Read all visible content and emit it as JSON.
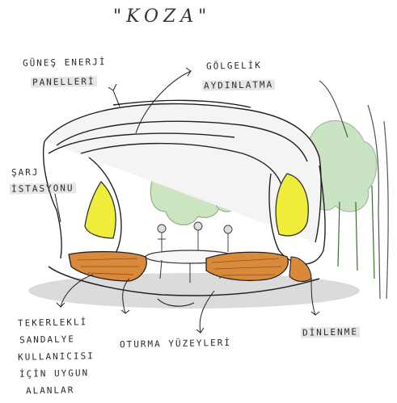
{
  "title": "\"KOZA\"",
  "labels": {
    "solar": [
      "GÜNEŞ ENERJİ",
      "PANELLERİ"
    ],
    "shade": [
      "GÖLGELİK",
      "AYDINLATMA"
    ],
    "charge": [
      "ŞARJ",
      "İSTASYONU"
    ],
    "wheelchair": [
      "TEKERLEKLİ",
      "SANDALYE",
      "KULLANICISI",
      "İÇİN UYGUN",
      "ALANLAR"
    ],
    "seating": "OTURMA YÜZEYLERİ",
    "rest": "DİNLENME"
  },
  "colors": {
    "ink": "#2a2a2a",
    "panel_yellow": "#f0ec3a",
    "bench_orange": "#d9893a",
    "tree_green": "#5aa84a",
    "shadow_gray": "#a9a9a9"
  }
}
